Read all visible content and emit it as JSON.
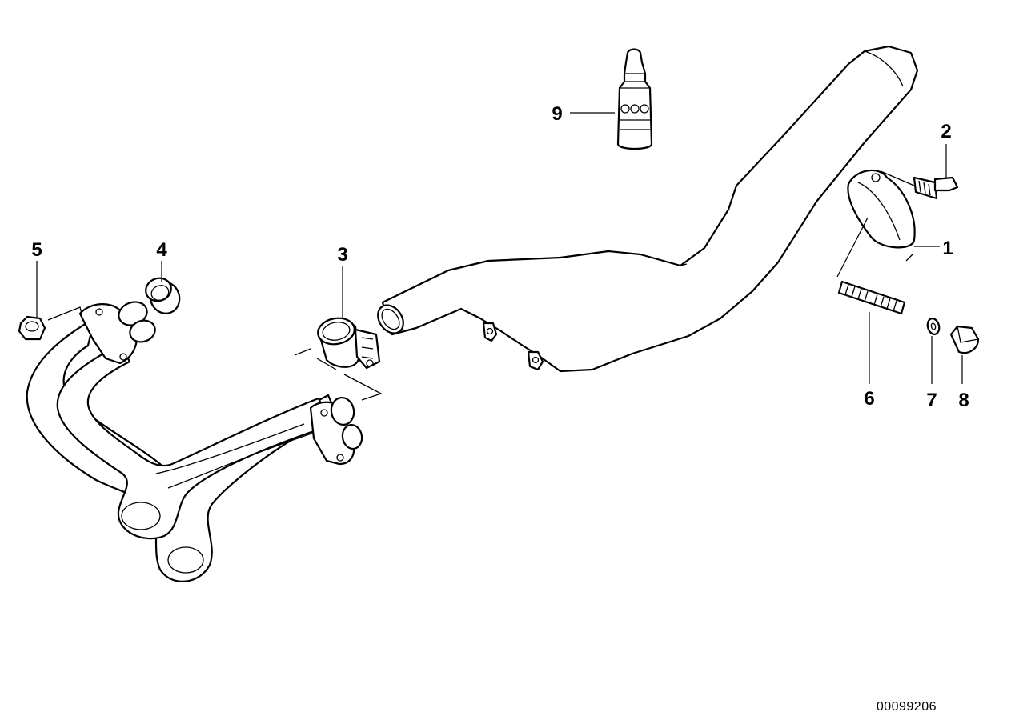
{
  "diagram": {
    "type": "exploded parts diagram",
    "reference_number": "00099206",
    "callouts": [
      "1",
      "2",
      "3",
      "4",
      "5",
      "6",
      "7",
      "8",
      "9"
    ],
    "parts": [
      {
        "number": "1",
        "icon": "muffler-bracket-clamp-icon"
      },
      {
        "number": "2",
        "icon": "bolt-icon"
      },
      {
        "number": "3",
        "icon": "pipe-clamp-icon"
      },
      {
        "number": "4",
        "icon": "exhaust-gasket-ring-icon"
      },
      {
        "number": "5",
        "icon": "collar-nut-icon"
      },
      {
        "number": "6",
        "icon": "stud-bolt-icon"
      },
      {
        "number": "7",
        "icon": "washer-icon"
      },
      {
        "number": "8",
        "icon": "cap-nut-icon"
      },
      {
        "number": "9",
        "icon": "paste-bottle-icon"
      }
    ],
    "assemblies": [
      "exhaust-manifold-icon",
      "rear-silencer-icon"
    ]
  }
}
